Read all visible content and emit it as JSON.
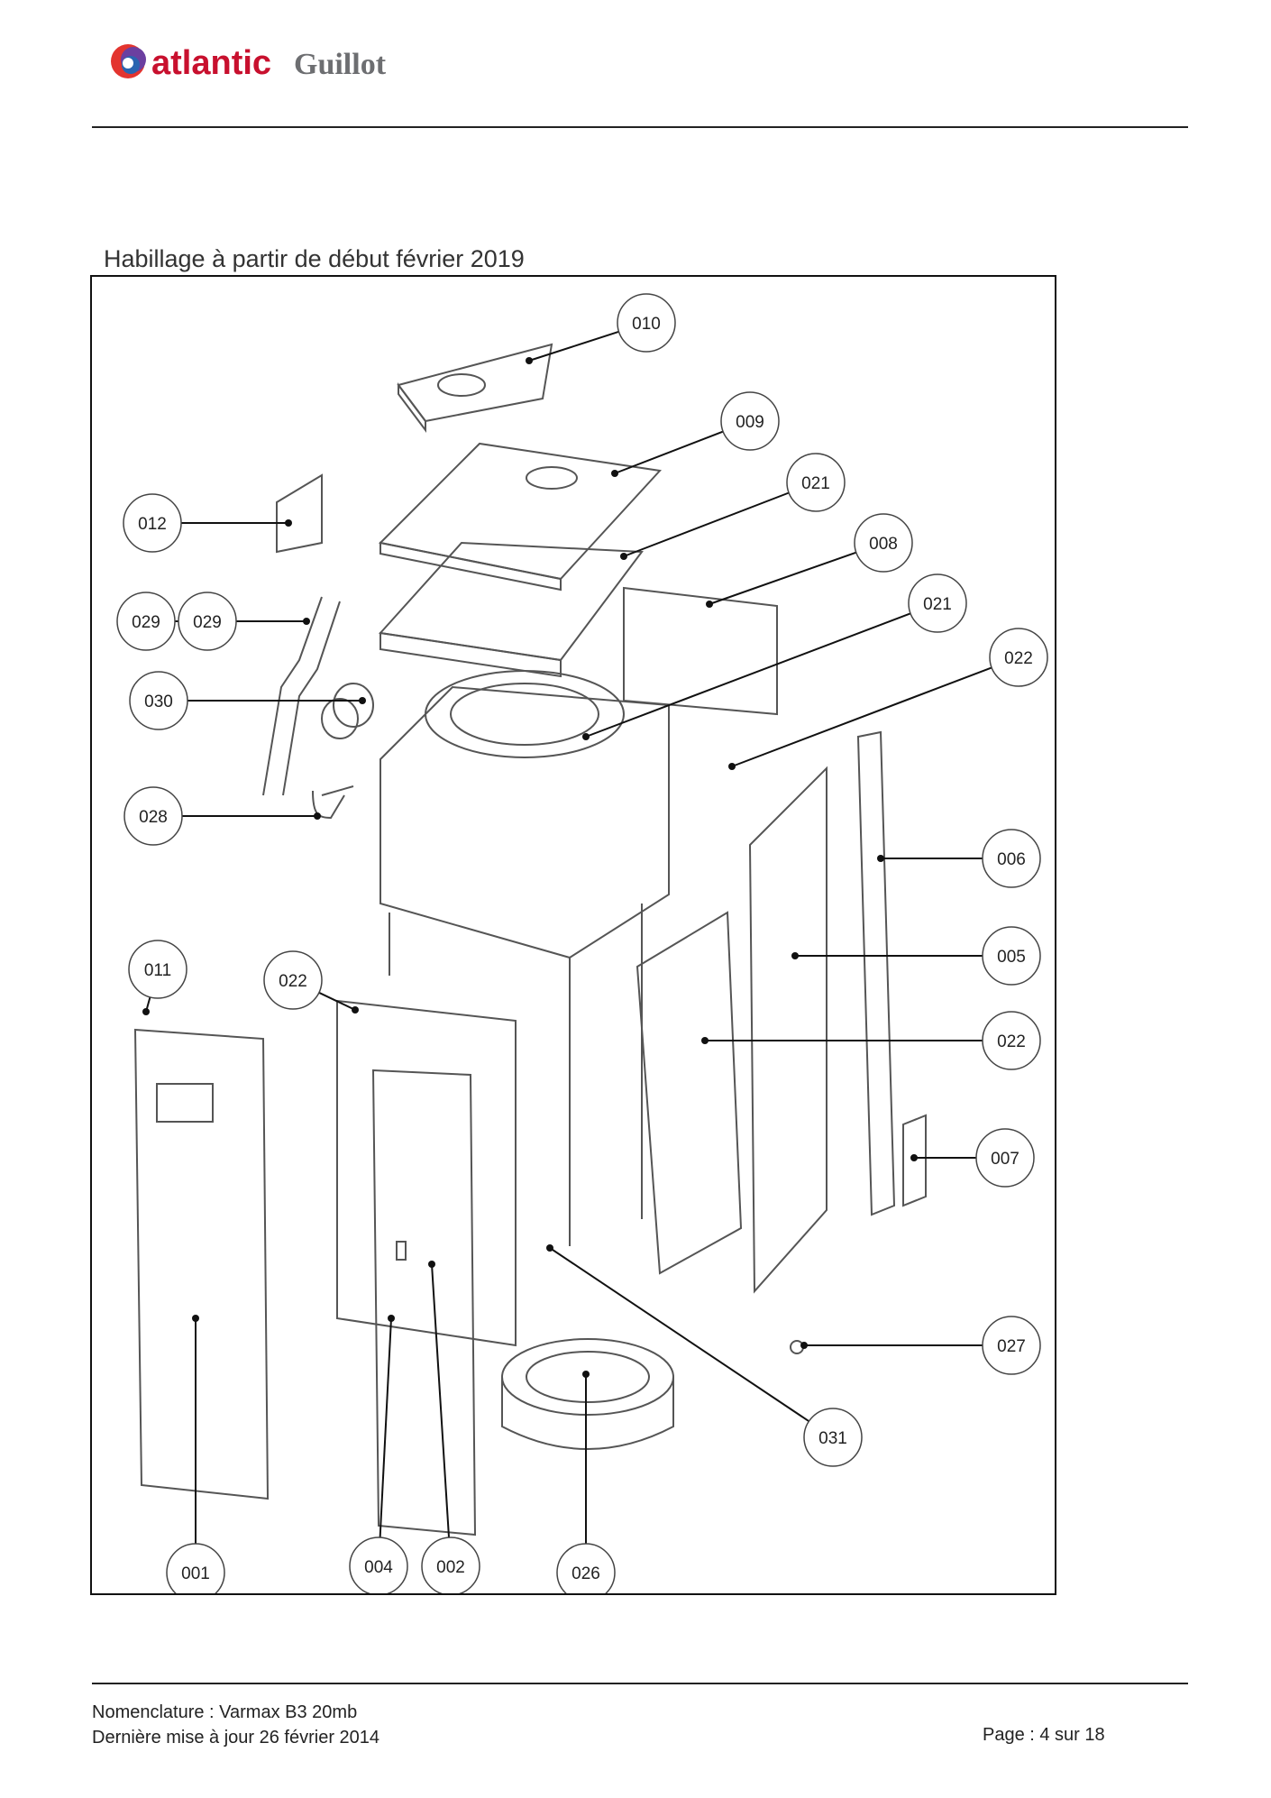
{
  "header": {
    "logo_text_primary": "atlantic",
    "logo_text_secondary": "Guillot",
    "logo_colors": {
      "red": "#e3342f",
      "blue": "#2a64b0",
      "purple": "#6b3fa0",
      "primary_text": "#c8102e",
      "secondary_text": "#6d6e71"
    }
  },
  "section": {
    "title": "Habillage à partir de début février 2019"
  },
  "diagram": {
    "callouts": [
      {
        "label": "010"
      },
      {
        "label": "009"
      },
      {
        "label": "021"
      },
      {
        "label": "008"
      },
      {
        "label": "012"
      },
      {
        "label": "029"
      },
      {
        "label": "029"
      },
      {
        "label": "021"
      },
      {
        "label": "022"
      },
      {
        "label": "030"
      },
      {
        "label": "028"
      },
      {
        "label": "006"
      },
      {
        "label": "005"
      },
      {
        "label": "011"
      },
      {
        "label": "022"
      },
      {
        "label": "022"
      },
      {
        "label": "007"
      },
      {
        "label": "027"
      },
      {
        "label": "031"
      },
      {
        "label": "001"
      },
      {
        "label": "004"
      },
      {
        "label": "002"
      },
      {
        "label": "026"
      }
    ]
  },
  "footer": {
    "line1": "Nomenclature : Varmax B3 20mb",
    "line2": "Dernière mise à jour 26 février 2014",
    "page": "Page : 4 sur 18"
  }
}
